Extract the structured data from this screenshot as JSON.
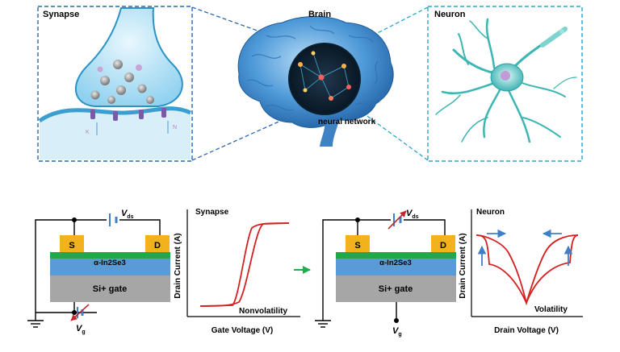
{
  "top": {
    "synapse_title": "Synapse",
    "brain_title": "Brain",
    "neuron_title": "Neuron",
    "network_label": "neural network",
    "ion_k": "K",
    "ion_na": "N"
  },
  "device_left": {
    "source": "S",
    "drain": "D",
    "channel_label": "α-In2Se3",
    "gate_label": "Si+ gate",
    "vds": "V",
    "vds_sub": "ds",
    "vg": "V",
    "vg_sub": "g"
  },
  "chart_left": {
    "title": "Synapse",
    "ylabel": "Drain Current (A)",
    "xlabel": "Gate Voltage (V)",
    "annotation": "Nonvolatility"
  },
  "device_right": {
    "source": "S",
    "drain": "D",
    "channel_label": "α-In2Se3",
    "gate_label": "Si+ gate",
    "vds": "V",
    "vds_sub": "ds",
    "vg": "V",
    "vg_sub": "g"
  },
  "chart_right": {
    "title": "Neuron",
    "ylabel": "Drain Current (A)",
    "xlabel": "Drain Voltage (V)",
    "annotation": "Volatility"
  },
  "colors": {
    "box_border": "#29a6cf",
    "electrode": "#f2b21b",
    "channel": "#22a84a",
    "dielectric": "#5b9bd5",
    "gate": "#a6a6a6",
    "curve": "#d42020",
    "arrow_green": "#1fae4c",
    "arrow_blue": "#3f7fc8",
    "brain": "#3f8bd0"
  }
}
